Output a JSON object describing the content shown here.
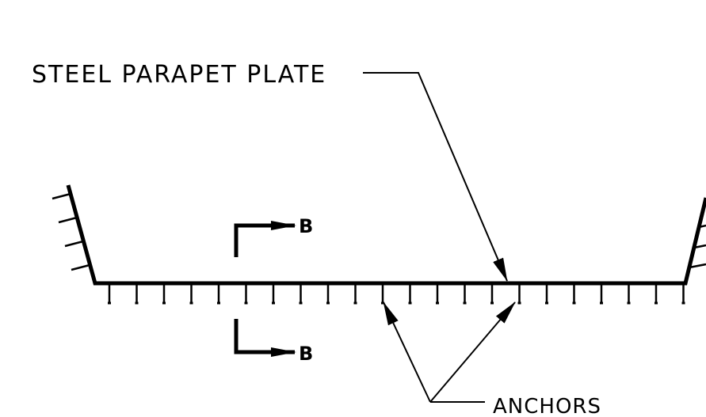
{
  "labels": {
    "plate": "STEEL PARAPET PLATE",
    "anchors": "ANCHORS",
    "section_top": "B",
    "section_bottom": "B"
  },
  "colors": {
    "ink": "#000000",
    "paper": "#ffffff"
  }
}
